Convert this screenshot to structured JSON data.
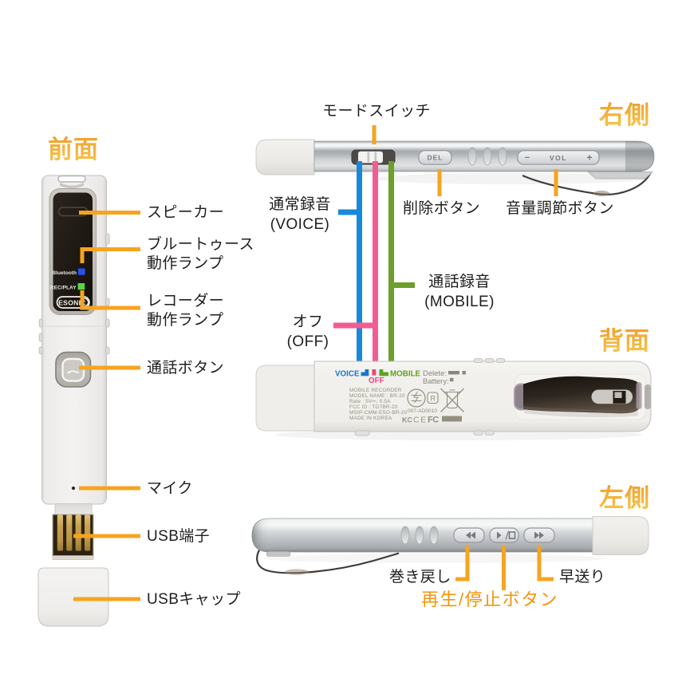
{
  "colors": {
    "callout_orange": "#F6A41F",
    "title_orange_top": "#ED9A28",
    "title_orange_bottom": "#F6BF45",
    "mode_blue": "#1789DB",
    "mode_pink": "#F25C92",
    "mode_green": "#6CA02A",
    "bluetooth_led_blue": "#2B50EF",
    "rec_led_green": "#52D944",
    "label_black": "#1E1E1E"
  },
  "titles": {
    "front": "前面",
    "right": "右側",
    "back": "背面",
    "left": "左側"
  },
  "front": {
    "labels": {
      "speaker": "スピーカー",
      "bluetooth_lamp_line1": "ブルートゥース",
      "bluetooth_lamp_line2": "動作ランプ",
      "recorder_lamp_line1": "レコーダー",
      "recorder_lamp_line2": "動作ランプ",
      "call_button": "通話ボタン",
      "mic": "マイク",
      "usb_plug": "USB端子",
      "usb_cap": "USBキャップ"
    },
    "panel": {
      "bluetooth": "Bluetooth",
      "rec_play": "REC/PLAY",
      "logo": "ESONIC"
    }
  },
  "right": {
    "labels": {
      "mode_switch": "モードスイッチ",
      "delete_button": "削除ボタン",
      "volume_button": "音量調節ボタン"
    },
    "modes": {
      "voice_line1": "通常録音",
      "voice_line2": "(VOICE)",
      "off_line1": "オフ",
      "off_line2": "(OFF)",
      "mobile_line1": "通話録音",
      "mobile_line2": "(MOBILE)"
    },
    "device": {
      "del": "DEL",
      "vol": "VOL",
      "minus": "−",
      "plus": "+"
    }
  },
  "back": {
    "print": {
      "voice": "VOICE",
      "off": "OFF",
      "mobile": "MOBILE",
      "delete": "Delete:",
      "battery": "Battery:"
    },
    "reg": [
      "MOBILE RECORDER",
      "MODEL NAME : BR-20",
      "Rate : 5V⎓, 0.5A",
      "FCC ID : TG7BR-20",
      "MSIP-CMM-ESO-BR-20",
      "MADE IN KOREA"
    ],
    "cert": {
      "r_mark": "R",
      "code": "007-AD0010",
      "kc": "KC",
      "ce": "CE",
      "fcc": "FC"
    }
  },
  "left": {
    "labels": {
      "rewind": "巻き戻し",
      "play_stop": "再生/停止ボタン",
      "fast_forward": "早送り"
    }
  }
}
